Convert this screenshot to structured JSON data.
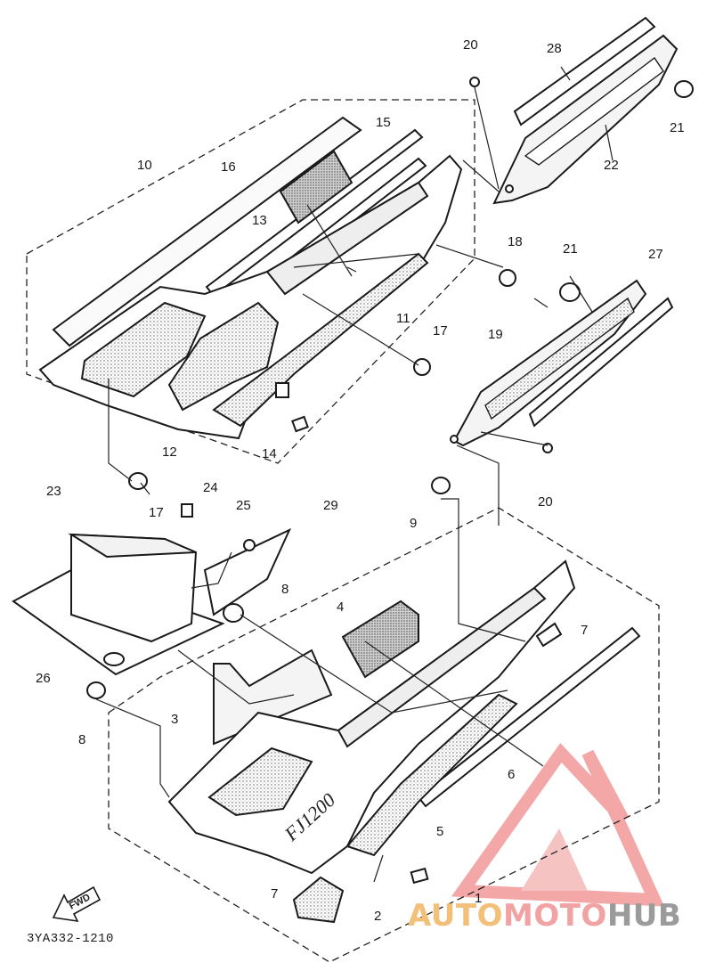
{
  "diagram": {
    "drawing_code": "3YA332-1210",
    "fwd_label": "FWD",
    "cover_badge": "FJ1200",
    "watermark": {
      "part1": "AUTO",
      "part2": "MOTO",
      "part3": "HUB",
      "colors": {
        "part1": "#f3c07a",
        "part2": "#f1a3a3",
        "part3": "#9b9b9b",
        "triangle": "#f08a8a"
      }
    },
    "callouts": {
      "c1": "1",
      "c2": "2",
      "c3": "3",
      "c4": "4",
      "c5": "5",
      "c6": "6",
      "c7a": "7",
      "c7b": "7",
      "c8a": "8",
      "c8b": "8",
      "c9": "9",
      "c10": "10",
      "c11": "11",
      "c12": "12",
      "c13": "13",
      "c14": "14",
      "c15": "15",
      "c16": "16",
      "c17a": "17",
      "c17b": "17",
      "c18": "18",
      "c19": "19",
      "c20a": "20",
      "c20b": "20",
      "c21a": "21",
      "c21b": "21",
      "c22": "22",
      "c23": "23",
      "c24": "24",
      "c25": "25",
      "c26": "26",
      "c27": "27",
      "c28": "28",
      "c29": "29"
    }
  }
}
